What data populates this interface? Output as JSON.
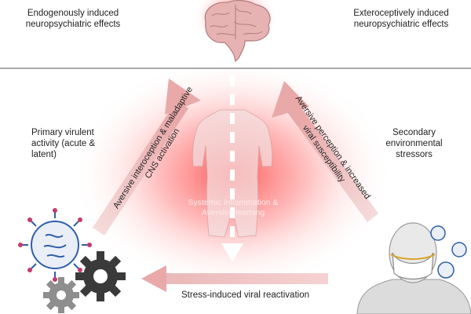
{
  "labels": {
    "top_left": "Endogenously induced neuropsychiatric effects",
    "top_right": "Exteroceptively induced neuropsychiatric effects",
    "left": "Primary virulent activity (acute & latent)",
    "right": "Secondary environmental stressors",
    "center": "Systemic inflammation & Aversive learning"
  },
  "arrows": {
    "left_line1": "Aversive interoception & maladaptive",
    "left_line2": "CNS activation",
    "right_line1": "Aversive perception & increased",
    "right_line2": "viral susceptibility",
    "bottom": "Stress-induced viral reactivation"
  },
  "icons": [
    "brain-icon",
    "torso-icon",
    "virus-icon",
    "gear-icon",
    "person-mask-icon"
  ],
  "colors": {
    "glow": "#ff3b3b",
    "arrow": "#efc4c4",
    "divider": "#555555",
    "gear_dark": "#3a3a3a",
    "gear_light": "#8e8e8e",
    "virus": "#2f5fa8"
  }
}
